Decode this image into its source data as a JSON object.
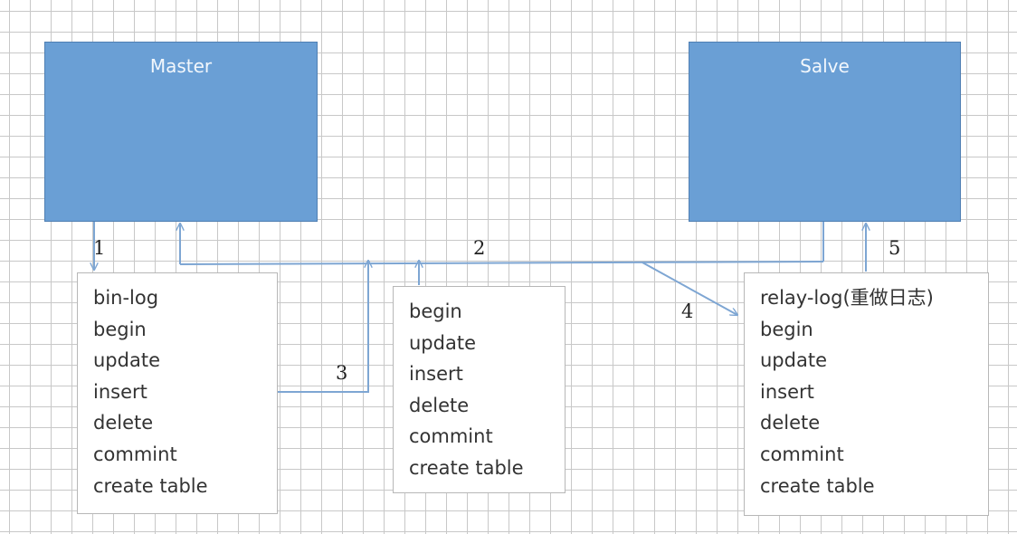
{
  "servers": {
    "master": {
      "title": "Master"
    },
    "slave": {
      "title": "Salve"
    }
  },
  "binlog": {
    "items": [
      "bin-log",
      "begin",
      "update",
      "insert",
      "delete",
      "commint",
      "create table"
    ]
  },
  "io_log": {
    "items": [
      "begin",
      "update",
      "insert",
      "delete",
      "commint",
      "create table"
    ]
  },
  "relaylog": {
    "items": [
      "relay-log(重做日志)",
      "begin",
      "update",
      "insert",
      "delete",
      "commint",
      "create table"
    ]
  },
  "steps": [
    "1",
    "2",
    "3",
    "4",
    "5"
  ],
  "colors": {
    "server_fill": "#6a9fd5",
    "server_border": "#4f7fb3",
    "connector": "#7ea6d3",
    "grid": "#c8c8c8"
  }
}
